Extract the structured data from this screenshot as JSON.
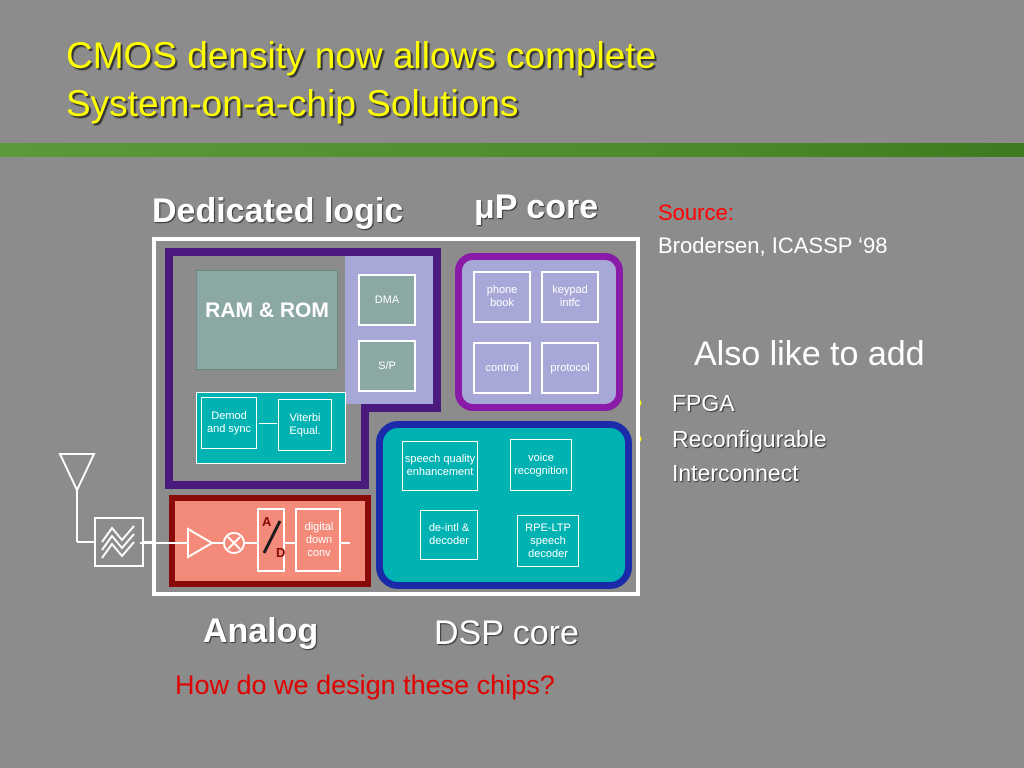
{
  "title": {
    "line1": "CMOS density now allows complete",
    "line2": "System-on-a-chip Solutions"
  },
  "labels": {
    "dedicated_logic": "Dedicated logic",
    "up_core": "μP core",
    "analog": "Analog",
    "dsp_core": "DSP core"
  },
  "source": {
    "label": "Source:",
    "citation": "Brodersen, ICASSP ‘98"
  },
  "also": {
    "heading": "Also like to add",
    "items": [
      "FPGA",
      "Reconfigurable Interconnect"
    ]
  },
  "question": {
    "text": "How do we design these chips",
    "mark": "?"
  },
  "blocks": {
    "ram_rom": "RAM & ROM",
    "dma": "DMA",
    "sp": "S/P",
    "demod": "Demod and sync",
    "viterbi": "Viterbi Equal.",
    "phone_book": "phone book",
    "keypad": "keypad intfc",
    "control": "control",
    "protocol": "protocol",
    "speech_quality": "speech quality enhancement",
    "voice_recognition": "voice recognition",
    "deintl": "de-intl & decoder",
    "rpe_ltp": "RPE-LTP speech decoder",
    "digital_down": "digital down conv",
    "ad_a": "A",
    "ad_d": "D"
  },
  "colors": {
    "background": "#8c8c8c",
    "title": "#ffff00",
    "divider": "#4a8a2a",
    "dedicated_border": "#4a1a7e",
    "up_border": "#8a1aa8",
    "dsp_border": "#1a2aa8",
    "dsp_fill": "#00b2b2",
    "analog_fill": "#f38a7a",
    "analog_border": "#8a0a0a"
  }
}
